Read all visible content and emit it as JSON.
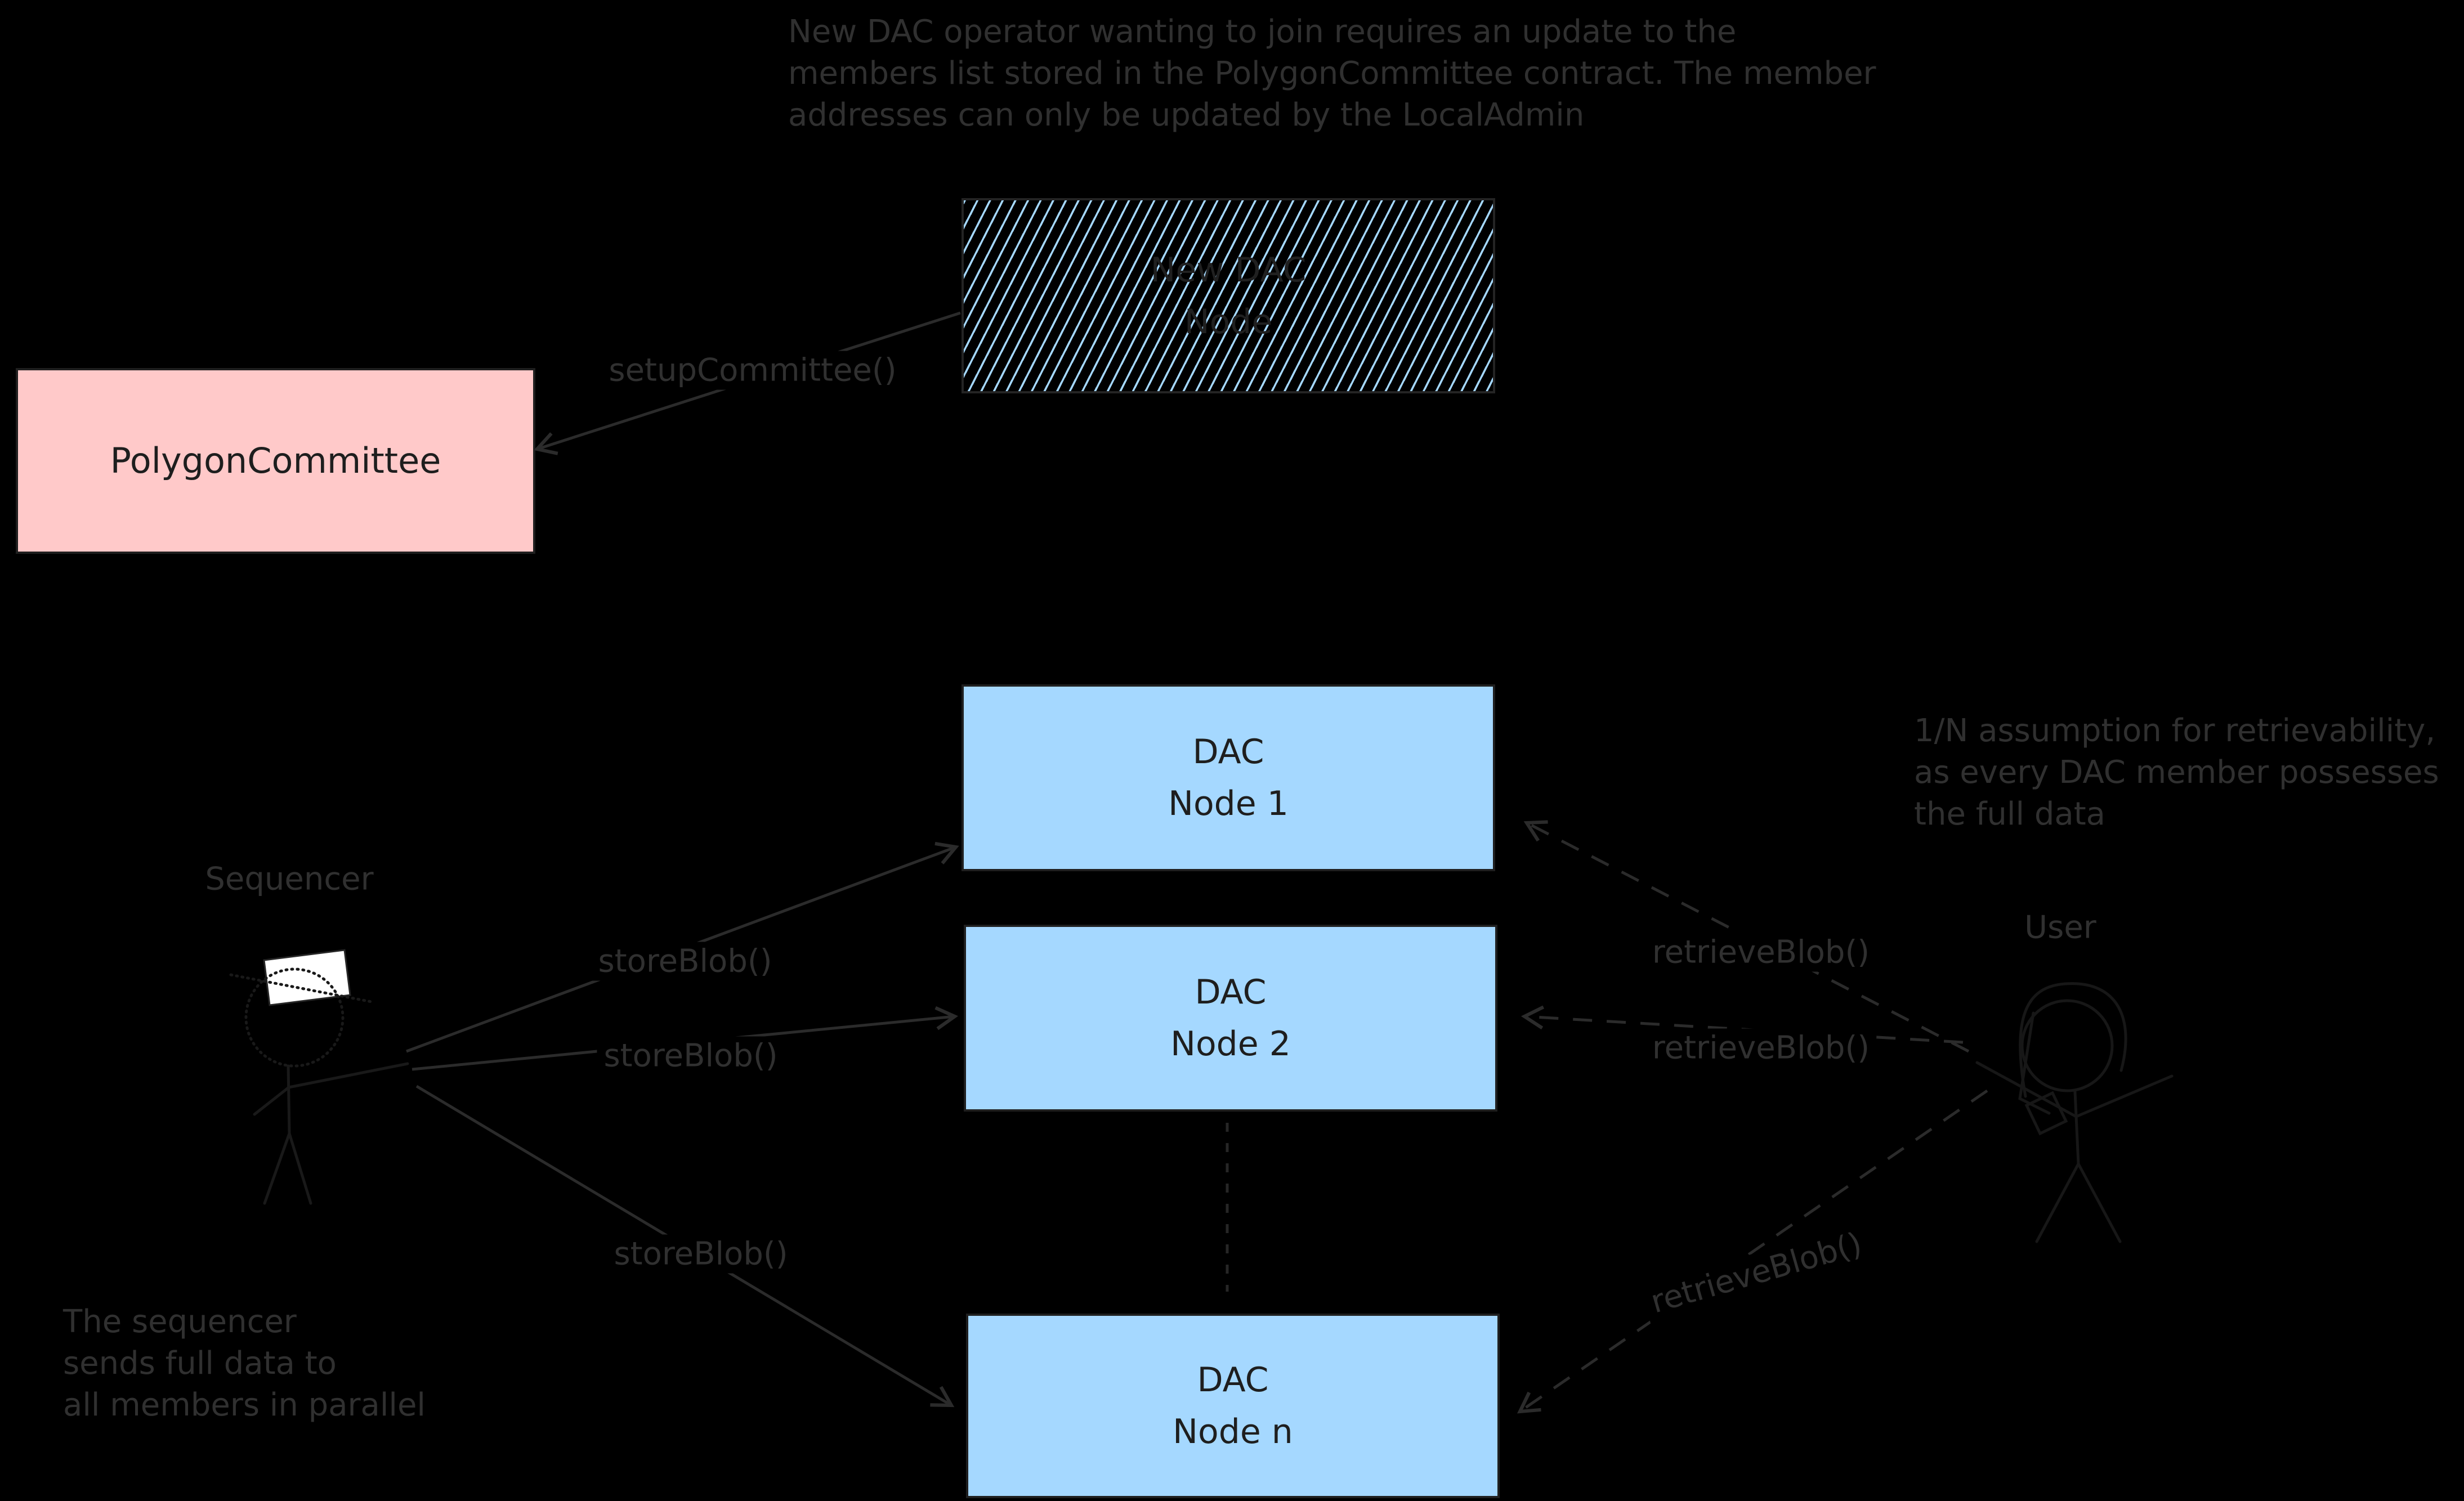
{
  "palette": {
    "background": "#000000",
    "node_fill": "#a5d8ff",
    "contract_fill": "#ffc9c9",
    "ink": "#303030"
  },
  "notes": {
    "admin_note": {
      "line1": "New DAC operator wanting to join requires an update to the",
      "line2": "members list stored in the PolygonCommittee contract. The member",
      "line3": "addresses can only be updated by the LocalAdmin"
    },
    "retrievability_note": {
      "line1": "1/N assumption for retrievability,",
      "line2": "as every DAC member possesses",
      "line3": "the full data"
    },
    "parallel_note": {
      "line1": "The sequencer",
      "line2": "sends full data to",
      "line3": "all members in parallel"
    }
  },
  "boxes": {
    "new_dac_node": {
      "line1": "New DAC",
      "line2": "Node"
    },
    "polygon_committee": {
      "label": "PolygonCommittee"
    },
    "dac_node_1": {
      "line1": "DAC",
      "line2": "Node 1"
    },
    "dac_node_2": {
      "line1": "DAC",
      "line2": "Node 2"
    },
    "dac_node_n": {
      "line1": "DAC",
      "line2": "Node n"
    }
  },
  "actors": {
    "sequencer": {
      "label": "Sequencer"
    },
    "user": {
      "label": "User"
    }
  },
  "edges": {
    "setup_committee": {
      "label": "setupCommittee()"
    },
    "store_blob_1": {
      "label": "storeBlob()"
    },
    "store_blob_2": {
      "label": "storeBlob()"
    },
    "store_blob_3": {
      "label": "storeBlob()"
    },
    "retrieve_blob_1": {
      "label": "retrieveBlob()"
    },
    "retrieve_blob_2": {
      "label": "retrieveBlob()"
    },
    "retrieve_blob_3": {
      "label": "retrieveBlob()"
    }
  }
}
